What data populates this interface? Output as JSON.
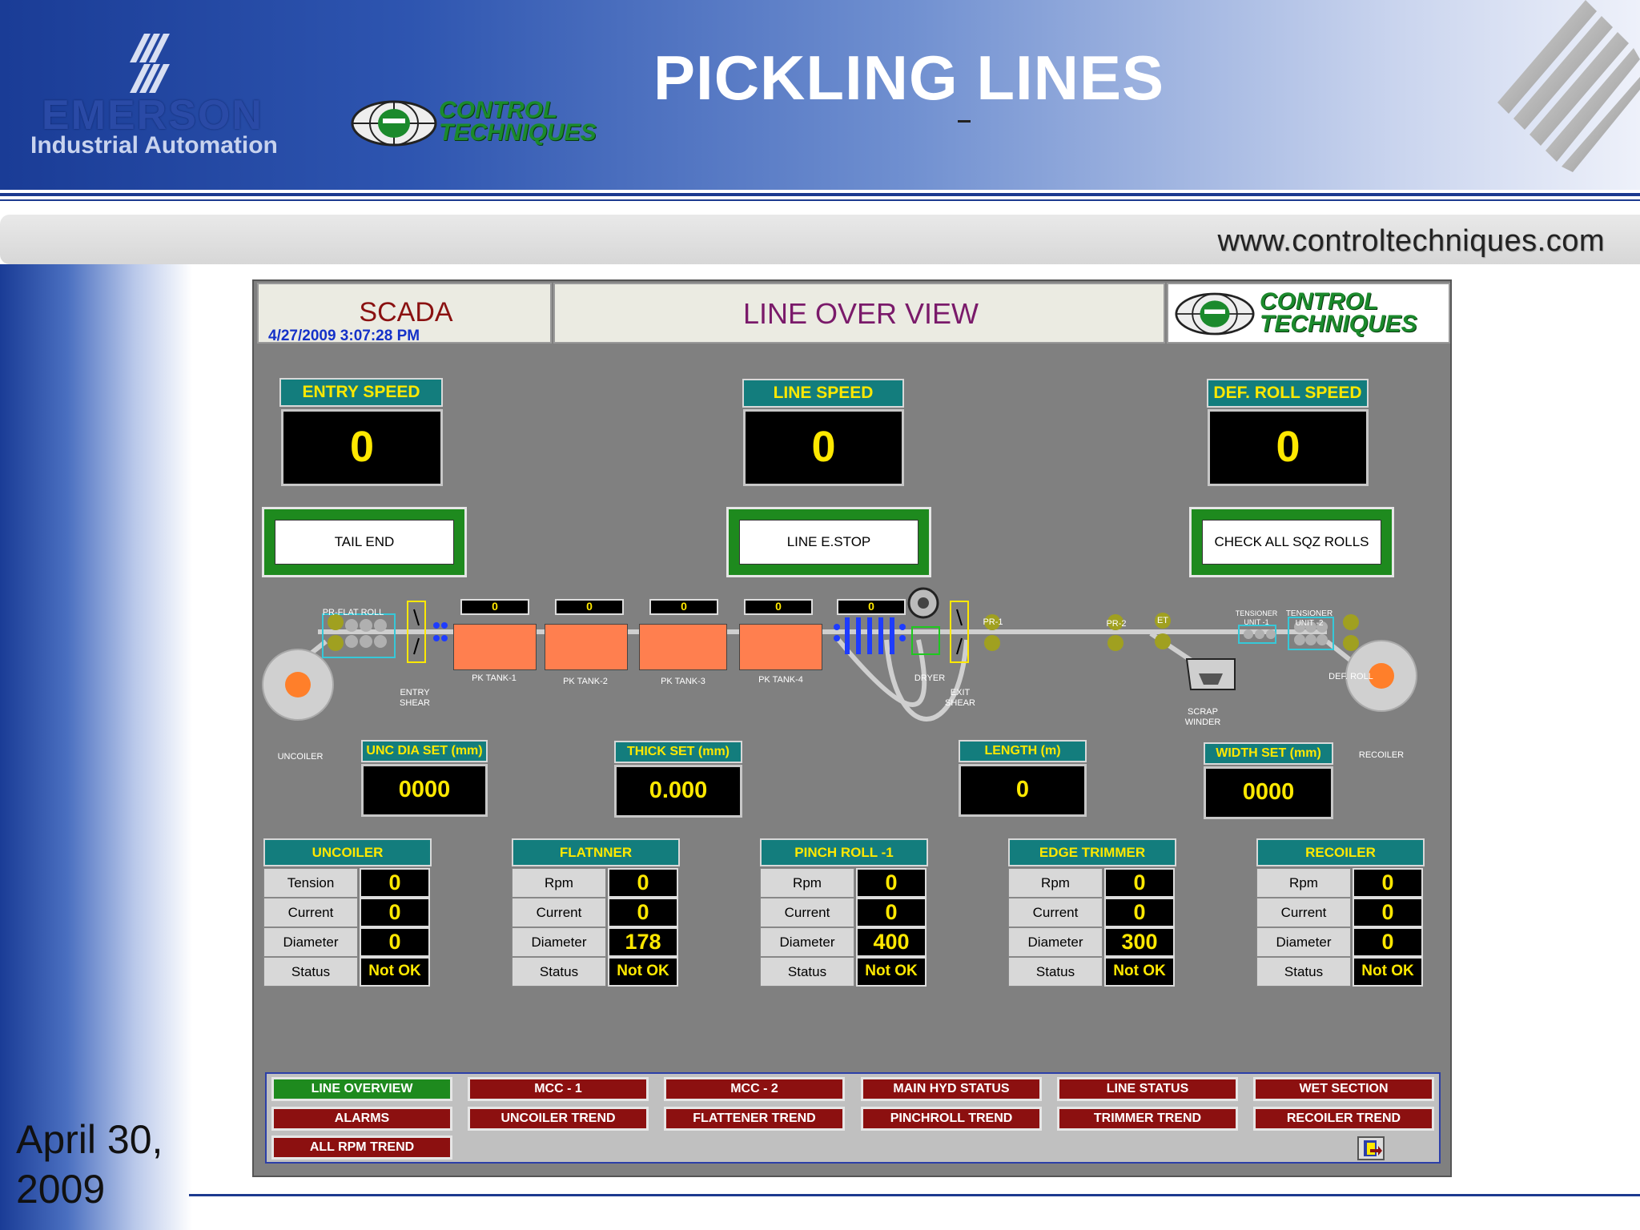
{
  "slide": {
    "title": "PICKLING LINES",
    "url": "www.controltechniques.com",
    "date": "April 30, 2009",
    "emerson_word": "EMERSON",
    "emerson_sub": "Industrial Automation",
    "ct_word_line1": "CONTROL",
    "ct_word_line2": "TECHNIQUES"
  },
  "scada": {
    "label": "SCADA",
    "timestamp": "4/27/2009 3:07:28 PM",
    "screen_title": "LINE OVER VIEW",
    "logo_line1": "CONTROL",
    "logo_line2": "TECHNIQUES"
  },
  "speeds": {
    "entry": {
      "label": "ENTRY  SPEED",
      "value": "0"
    },
    "line": {
      "label": "LINE  SPEED",
      "value": "0"
    },
    "def_roll": {
      "label": "DEF. ROLL SPEED",
      "value": "0"
    }
  },
  "buttons": {
    "tail_end": "TAIL END",
    "line_estop": "LINE E.STOP",
    "check_sqz": "CHECK ALL SQZ ROLLS"
  },
  "line_labels": {
    "pr_flat_roll": "PR-FLAT ROLL",
    "entry_shear": "ENTRY\nSHEAR",
    "pk_tank_1": "PK TANK-1",
    "pk_tank_2": "PK TANK-2",
    "pk_tank_3": "PK TANK-3",
    "pk_tank_4": "PK TANK-4",
    "dryer": "DRYER",
    "exit_shear": "EXIT\nSHEAR",
    "pr_1": "PR-1",
    "pr_2": "PR-2",
    "et": "ET",
    "tensioner_1": "TENSIONER\nUNIT -1",
    "tensioner_2": "TENSIONER\nUNIT -2",
    "def_roll": "DEF. ROLL",
    "scrap_winder": "SCRAP\nWINDER",
    "uncoiler": "UNCOILER",
    "recoiler": "RECOILER"
  },
  "tank_values": [
    "0",
    "0",
    "0",
    "0",
    "0"
  ],
  "setpoints": {
    "unc_dia": {
      "label": "UNC DIA SET (mm)",
      "value": "0000"
    },
    "thick": {
      "label": "THICK SET (mm)",
      "value": "0.000"
    },
    "length": {
      "label": "LENGTH (m)",
      "value": "0"
    },
    "width": {
      "label": "WIDTH SET (mm)",
      "value": "0000"
    }
  },
  "units": [
    {
      "name": "UNCOILER",
      "rows": [
        [
          "Tension",
          "0"
        ],
        [
          "Current",
          "0"
        ],
        [
          "Diameter",
          "0"
        ],
        [
          "Status",
          "Not OK"
        ]
      ]
    },
    {
      "name": "FLATNNER",
      "rows": [
        [
          "Rpm",
          "0"
        ],
        [
          "Current",
          "0"
        ],
        [
          "Diameter",
          "178"
        ],
        [
          "Status",
          "Not OK"
        ]
      ]
    },
    {
      "name": "PINCH ROLL -1",
      "rows": [
        [
          "Rpm",
          "0"
        ],
        [
          "Current",
          "0"
        ],
        [
          "Diameter",
          "400"
        ],
        [
          "Status",
          "Not OK"
        ]
      ]
    },
    {
      "name": "EDGE TRIMMER",
      "rows": [
        [
          "Rpm",
          "0"
        ],
        [
          "Current",
          "0"
        ],
        [
          "Diameter",
          "300"
        ],
        [
          "Status",
          "Not OK"
        ]
      ]
    },
    {
      "name": "RECOILER",
      "rows": [
        [
          "Rpm",
          "0"
        ],
        [
          "Current",
          "0"
        ],
        [
          "Diameter",
          "0"
        ],
        [
          "Status",
          "Not OK"
        ]
      ]
    }
  ],
  "nav": [
    [
      "LINE OVERVIEW",
      "MCC - 1",
      "MCC - 2",
      "MAIN HYD STATUS",
      "LINE STATUS",
      "WET SECTION"
    ],
    [
      "ALARMS",
      "UNCOILER TREND",
      "FLATTENER TREND",
      "PINCHROLL TREND",
      "TRIMMER TREND",
      "RECOILER TREND"
    ],
    [
      "ALL RPM TREND"
    ]
  ],
  "colors": {
    "accent_yellow": "#ffe800",
    "teal": "#137d7d",
    "nav_red": "#8c1010",
    "nav_green": "#1e8a1e",
    "tank_orange": "#ff7f4f"
  }
}
